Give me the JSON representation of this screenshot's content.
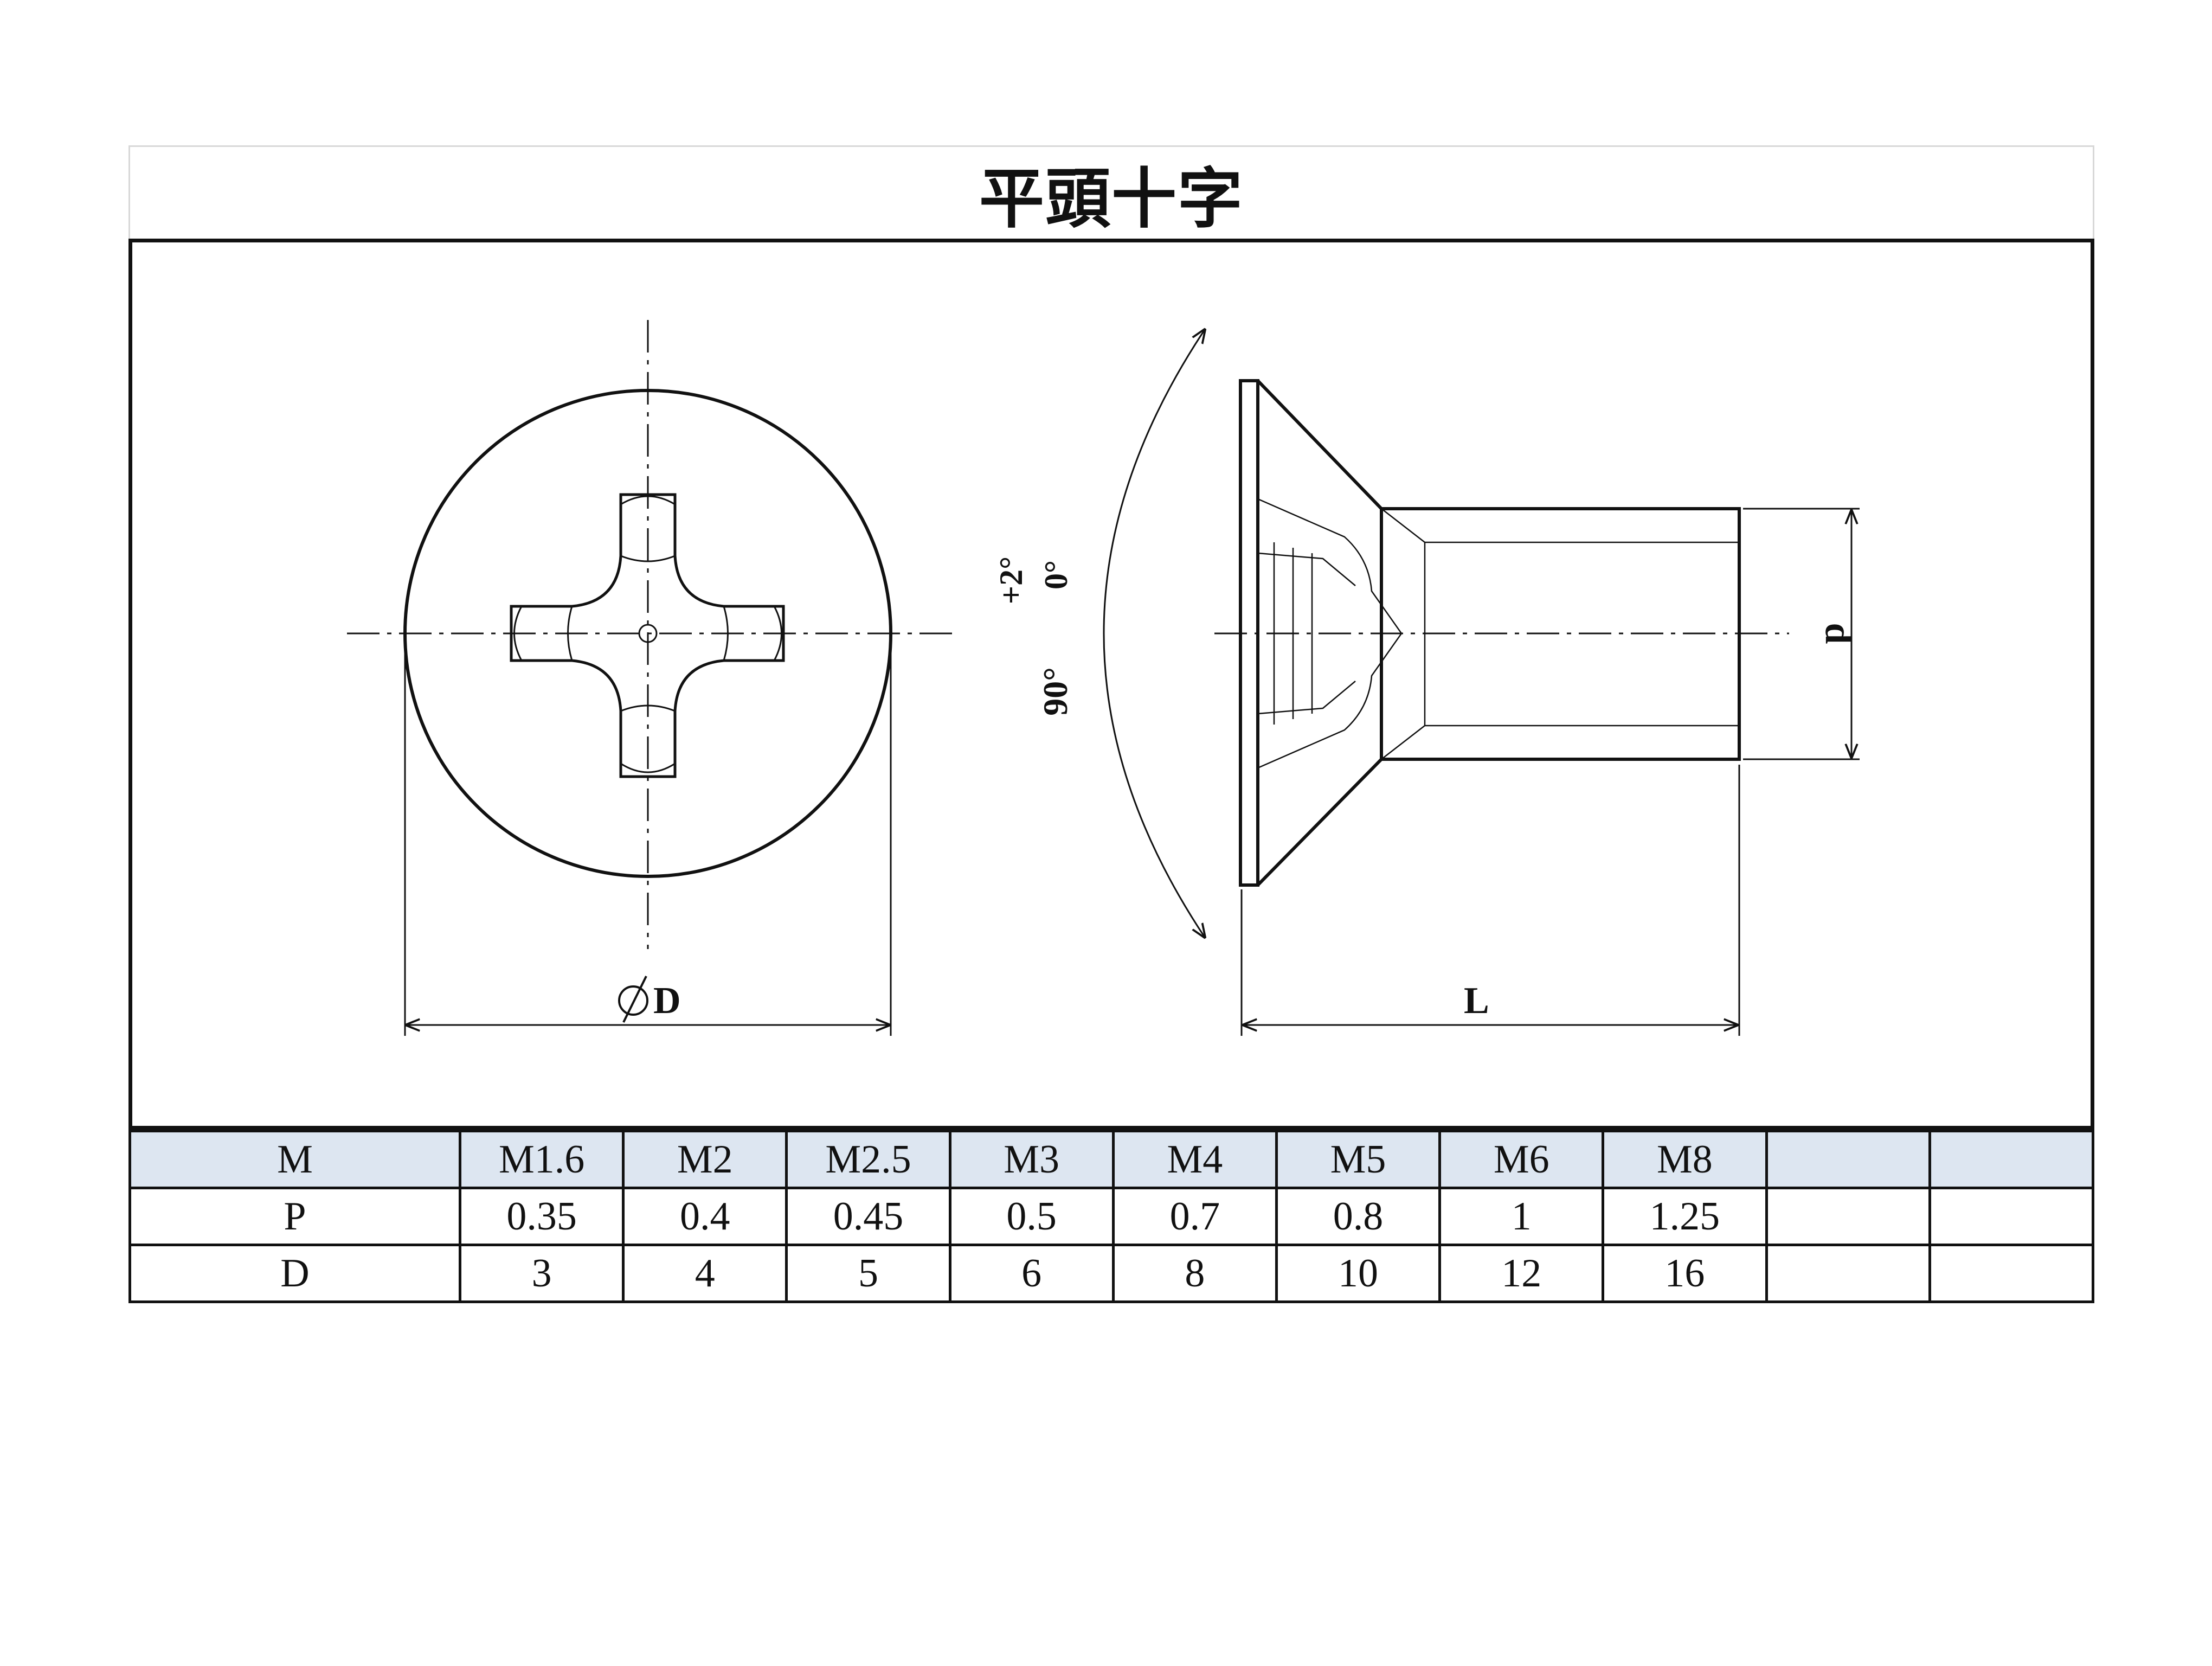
{
  "title": "平頭十字",
  "dimension_labels": {
    "diameter": "D",
    "length": "L",
    "shank": "d",
    "angle_main": "90°",
    "angle_tol_plus": "+2°",
    "angle_tol_minus": "0°"
  },
  "table": {
    "rows": [
      {
        "label": "M",
        "cells": [
          "M1.6",
          "M2",
          "M2.5",
          "M3",
          "M4",
          "M5",
          "M6",
          "M8",
          "",
          ""
        ]
      },
      {
        "label": "P",
        "cells": [
          "0.35",
          "0.4",
          "0.45",
          "0.5",
          "0.7",
          "0.8",
          "1",
          "1.25",
          "",
          ""
        ]
      },
      {
        "label": "D",
        "cells": [
          "3",
          "4",
          "5",
          "6",
          "8",
          "10",
          "12",
          "16",
          "",
          ""
        ]
      }
    ]
  },
  "colors": {
    "header_row": "#dde6f1",
    "line": "#111111"
  }
}
